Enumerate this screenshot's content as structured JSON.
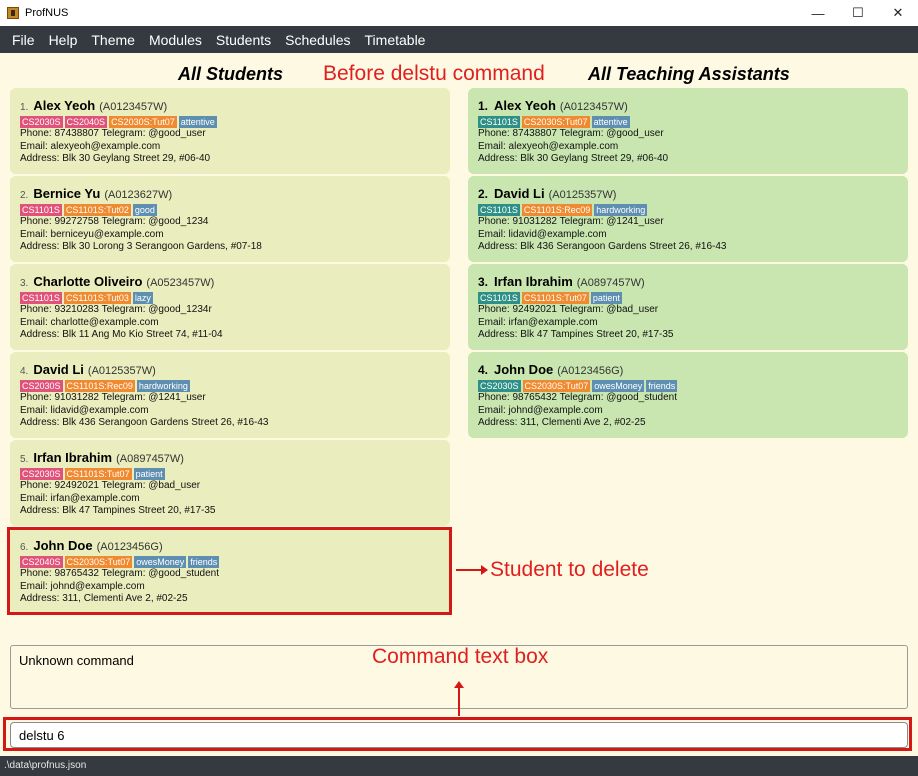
{
  "window": {
    "title": "ProfNUS",
    "minimize": "—",
    "maximize": "☐",
    "close": "✕"
  },
  "menu": [
    "File",
    "Help",
    "Theme",
    "Modules",
    "Students",
    "Schedules",
    "Timetable"
  ],
  "headings": {
    "students": "All Students",
    "tas": "All Teaching Assistants"
  },
  "annotations": {
    "before": "Before delstu command",
    "student_to_delete": "Student to delete",
    "command_box": "Command text box"
  },
  "colors": {
    "pink": "#e0527a",
    "orange": "#f08a30",
    "teal": "#2e8f86",
    "steel": "#5e8fb0"
  },
  "students": [
    {
      "index": "1.",
      "name": "Alex Yeoh",
      "id": "(A0123457W)",
      "tags": [
        {
          "text": "CS2030S",
          "color": "pink"
        },
        {
          "text": "CS2040S",
          "color": "pink"
        },
        {
          "text": "CS2030S:Tut07",
          "color": "orange"
        },
        {
          "text": "attentive",
          "color": "steel"
        }
      ],
      "phone": "Phone: 87438807 Telegram: @good_user",
      "email": "Email: alexyeoh@example.com",
      "address": "Address: Blk 30 Geylang Street 29, #06-40"
    },
    {
      "index": "2.",
      "name": "Bernice Yu",
      "id": "(A0123627W)",
      "tags": [
        {
          "text": "CS1101S",
          "color": "pink"
        },
        {
          "text": "CS1101S:Tut02",
          "color": "orange"
        },
        {
          "text": "good",
          "color": "steel"
        }
      ],
      "phone": "Phone: 99272758 Telegram: @good_1234",
      "email": "Email: berniceyu@example.com",
      "address": "Address: Blk 30 Lorong 3 Serangoon Gardens, #07-18"
    },
    {
      "index": "3.",
      "name": "Charlotte Oliveiro",
      "id": "(A0523457W)",
      "tags": [
        {
          "text": "CS1101S",
          "color": "pink"
        },
        {
          "text": "CS1101S:Tut03",
          "color": "orange"
        },
        {
          "text": "lazy",
          "color": "steel"
        }
      ],
      "phone": "Phone: 93210283 Telegram: @good_1234r",
      "email": "Email: charlotte@example.com",
      "address": "Address: Blk 11 Ang Mo Kio Street 74, #11-04"
    },
    {
      "index": "4.",
      "name": "David Li",
      "id": "(A0125357W)",
      "tags": [
        {
          "text": "CS2030S",
          "color": "pink"
        },
        {
          "text": "CS1101S:Rec09",
          "color": "orange"
        },
        {
          "text": "hardworking",
          "color": "steel"
        }
      ],
      "phone": "Phone: 91031282 Telegram: @1241_user",
      "email": "Email: lidavid@example.com",
      "address": "Address: Blk 436 Serangoon Gardens Street 26, #16-43"
    },
    {
      "index": "5.",
      "name": "Irfan Ibrahim",
      "id": "(A0897457W)",
      "tags": [
        {
          "text": "CS2030S",
          "color": "pink"
        },
        {
          "text": "CS1101S:Tut07",
          "color": "orange"
        },
        {
          "text": "patient",
          "color": "steel"
        }
      ],
      "phone": "Phone: 92492021 Telegram: @bad_user",
      "email": "Email: irfan@example.com",
      "address": "Address: Blk 47 Tampines Street 20, #17-35"
    },
    {
      "index": "6.",
      "name": "John Doe",
      "id": "(A0123456G)",
      "tags": [
        {
          "text": "CS2040S",
          "color": "pink"
        },
        {
          "text": "CS2030S:Tut07",
          "color": "orange"
        },
        {
          "text": "owesMoney",
          "color": "steel"
        },
        {
          "text": "friends",
          "color": "steel"
        }
      ],
      "phone": "Phone: 98765432 Telegram: @good_student",
      "email": "Email: johnd@example.com",
      "address": "Address: 311, Clementi Ave 2, #02-25"
    }
  ],
  "tas": [
    {
      "index": "1.",
      "name": "Alex Yeoh",
      "id": "(A0123457W)",
      "tags": [
        {
          "text": "CS1101S",
          "color": "teal"
        },
        {
          "text": "CS2030S:Tut07",
          "color": "orange"
        },
        {
          "text": "attentive",
          "color": "steel"
        }
      ],
      "phone": "Phone: 87438807 Telegram: @good_user",
      "email": "Email: alexyeoh@example.com",
      "address": "Address: Blk 30 Geylang Street 29, #06-40"
    },
    {
      "index": "2.",
      "name": "David Li",
      "id": "(A0125357W)",
      "tags": [
        {
          "text": "CS1101S",
          "color": "teal"
        },
        {
          "text": "CS1101S:Rec09",
          "color": "orange"
        },
        {
          "text": "hardworking",
          "color": "steel"
        }
      ],
      "phone": "Phone: 91031282 Telegram: @1241_user",
      "email": "Email: lidavid@example.com",
      "address": "Address: Blk 436 Serangoon Gardens Street 26, #16-43"
    },
    {
      "index": "3.",
      "name": "Irfan Ibrahim",
      "id": "(A0897457W)",
      "tags": [
        {
          "text": "CS1101S",
          "color": "teal"
        },
        {
          "text": "CS1101S:Tut07",
          "color": "orange"
        },
        {
          "text": "patient",
          "color": "steel"
        }
      ],
      "phone": "Phone: 92492021 Telegram: @bad_user",
      "email": "Email: irfan@example.com",
      "address": "Address: Blk 47 Tampines Street 20, #17-35"
    },
    {
      "index": "4.",
      "name": "John Doe",
      "id": "(A0123456G)",
      "tags": [
        {
          "text": "CS2030S",
          "color": "teal"
        },
        {
          "text": "CS2030S:Tut07",
          "color": "orange"
        },
        {
          "text": "owesMoney",
          "color": "steel"
        },
        {
          "text": "friends",
          "color": "steel"
        }
      ],
      "phone": "Phone: 98765432 Telegram: @good_student",
      "email": "Email: johnd@example.com",
      "address": "Address: 311, Clementi Ave 2, #02-25"
    }
  ],
  "result_text": "Unknown command",
  "command_value": "delstu 6",
  "status_path": ".\\data\\profnus.json"
}
